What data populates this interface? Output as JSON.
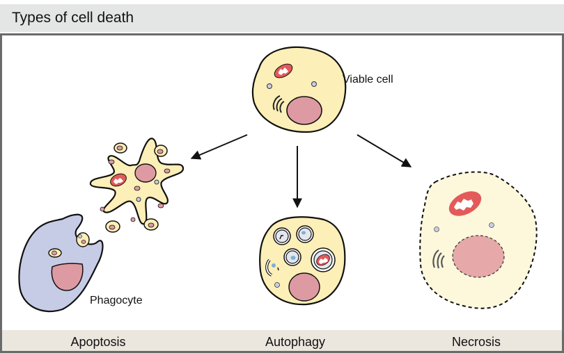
{
  "header": {
    "title": "Types of cell death"
  },
  "labels": {
    "viable_cell": "Viable cell",
    "phagocyte": "Phagocyte"
  },
  "footer": {
    "categories": [
      "Apoptosis",
      "Autophagy",
      "Necrosis"
    ]
  },
  "colors": {
    "cytoplasm": "#fcefb7",
    "necrotic_cytoplasm": "#fdf8dc",
    "nucleus": "#de9aa2",
    "mitochondria": "#e35a5a",
    "phagocyte": "#c6cbe6",
    "vesicle": "#c9cde6",
    "outline": "#111111",
    "header_bg": "#e4e6e6",
    "footer_bg": "#ebe7df",
    "frame": "#6a6a6a"
  },
  "diagram": {
    "nodes": [
      "viable-cell",
      "apoptotic-cell",
      "phagocyte",
      "autophagic-cell",
      "necrotic-cell"
    ],
    "edges": [
      {
        "from": "viable-cell",
        "to": "apoptotic-cell"
      },
      {
        "from": "viable-cell",
        "to": "autophagic-cell"
      },
      {
        "from": "viable-cell",
        "to": "necrotic-cell"
      }
    ]
  }
}
